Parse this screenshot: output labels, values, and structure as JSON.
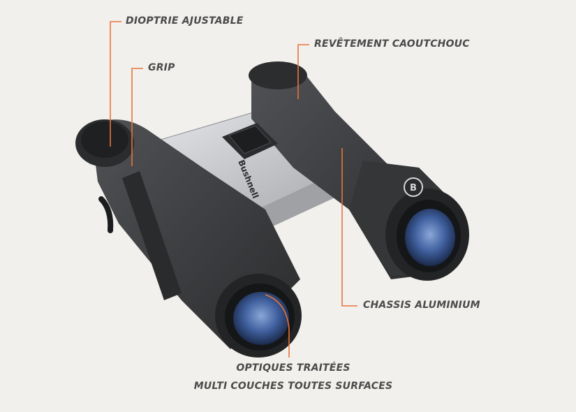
{
  "labels": {
    "diopter": "DIOPTRIE AJUSTABLE",
    "grip": "GRIP",
    "rubber": "REVÊTEMENT CAOUTCHOUC",
    "chassis": "CHASSIS ALUMINIUM",
    "optics_line1": "OPTIQUES TRAITÉES",
    "optics_line2": "MULTI COUCHES TOUTES SURFACES"
  },
  "brand": {
    "name": "Bushnell",
    "badge": "B"
  },
  "colors": {
    "background": "#f2f0ed",
    "leader_line": "#e8743b",
    "label_text": "#4a4a4a",
    "body_rubber": "#3a3b3d",
    "chassis": "#c9cbcf",
    "lens": "#3f5f9e"
  }
}
